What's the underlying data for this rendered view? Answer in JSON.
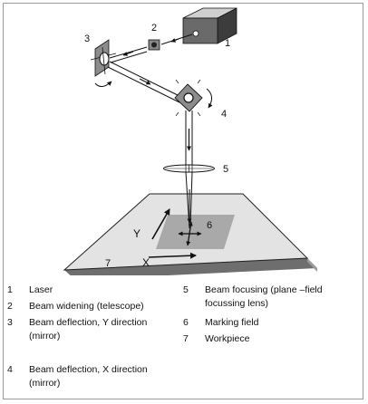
{
  "diagram": {
    "callouts": [
      "1",
      "2",
      "3",
      "4",
      "5",
      "6",
      "7"
    ],
    "axis_labels": {
      "y": "Y",
      "x": "X"
    }
  },
  "legend": [
    {
      "num": "1",
      "text": "Laser"
    },
    {
      "num": "2",
      "text": "Beam widening (telescope)"
    },
    {
      "num": "3",
      "text": "Beam deflection, Y direction (mirror)"
    },
    {
      "num": "4",
      "text": "Beam deflection, X direction (mirror)"
    },
    {
      "num": "5",
      "text": "Beam focusing (plane –field focussing lens)"
    },
    {
      "num": "6",
      "text": "Marking field"
    },
    {
      "num": "7",
      "text": "Workpiece"
    }
  ]
}
